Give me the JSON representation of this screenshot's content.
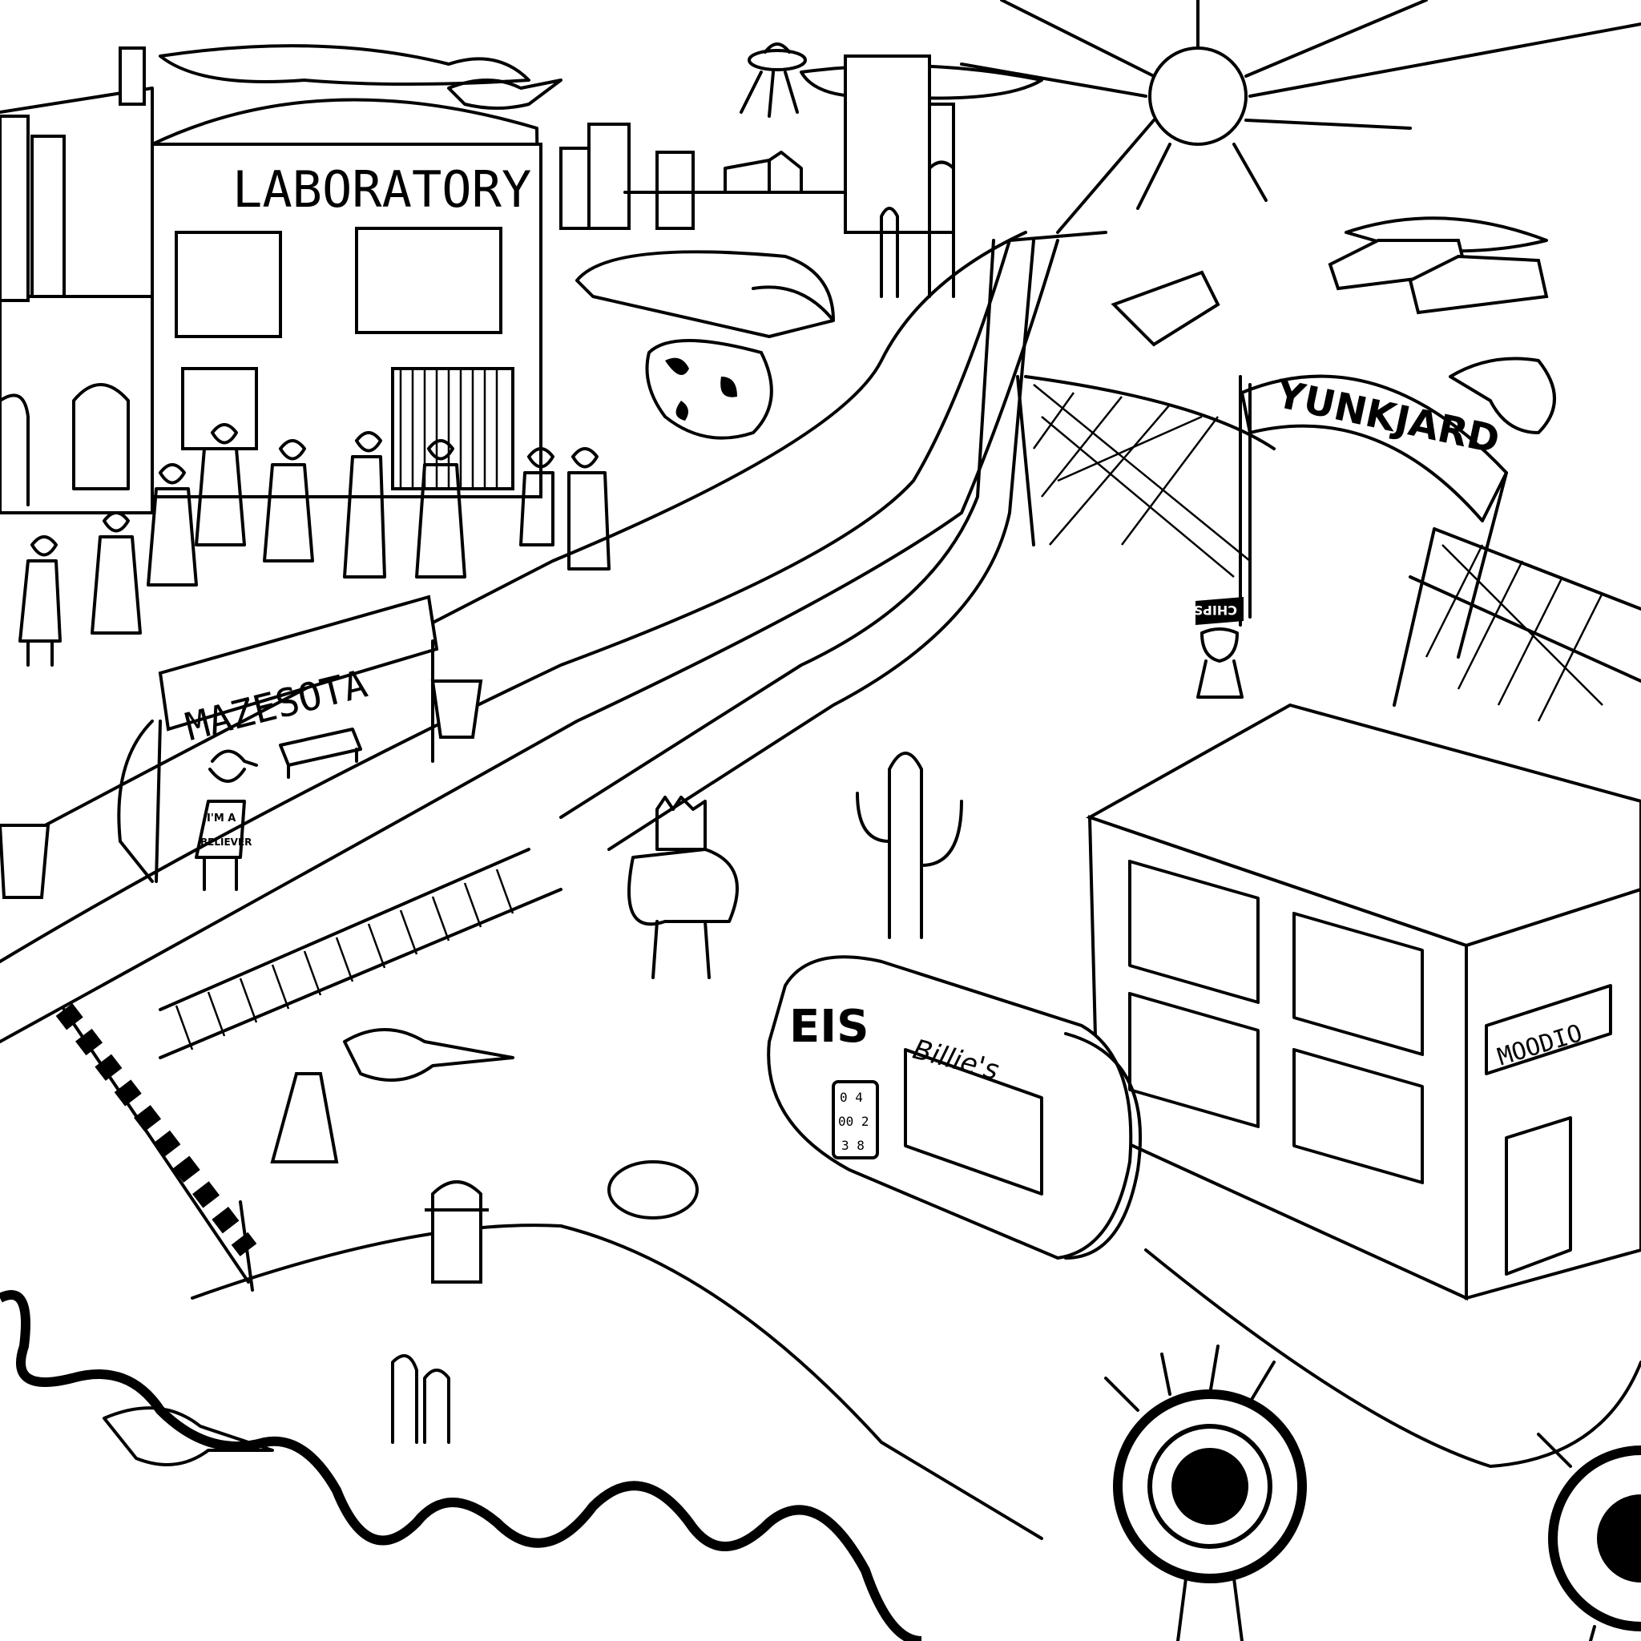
{
  "scene": {
    "laboratory_sign": "LABORATORY",
    "station_sign": "MAZESOTA",
    "junkyard_sign": "YUNKJARD",
    "ice_cream_truck": {
      "brand": "EIS",
      "name": "Billie's",
      "menu": [
        "0 4",
        "00 2",
        "3 8"
      ]
    },
    "tshirt_line1": "I'M A",
    "tshirt_line2": "BELIEVER",
    "chips_label": "CHIPS",
    "shop_sign": "MOODIO"
  },
  "colors": {
    "ink": "#000000",
    "paper": "#ffffff"
  }
}
